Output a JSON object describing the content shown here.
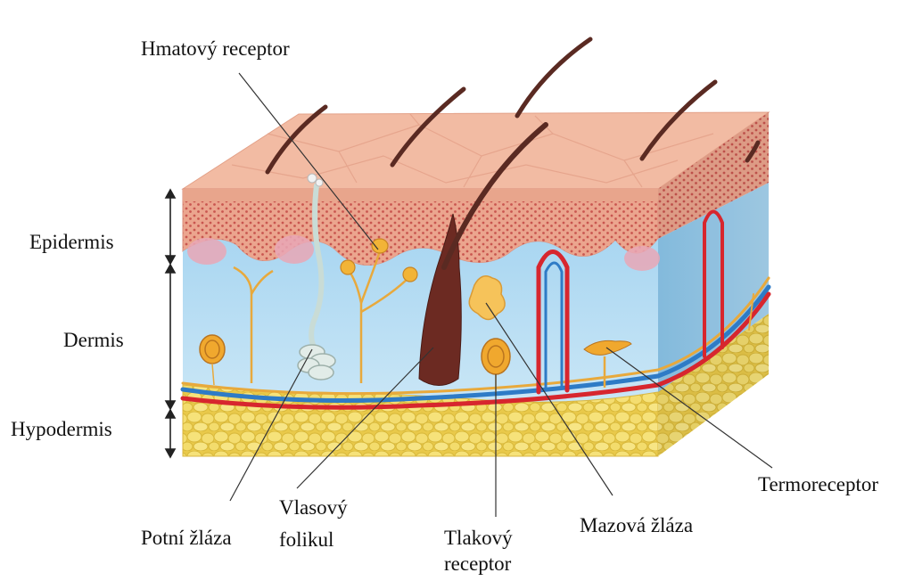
{
  "layers": {
    "epidermis": "Epidermis",
    "dermis": "Dermis",
    "hypodermis": "Hypodermis"
  },
  "structures": {
    "touch_receptor": "Hmatový receptor",
    "sweat_gland": "Potní žláza",
    "hair_follicle_line1": "Vlasový",
    "hair_follicle_line2": "folikul",
    "pressure_receptor_line1": "Tlakový",
    "pressure_receptor_line2": "receptor",
    "sebaceous_gland": "Mazová žláza",
    "thermoreceptor": "Termoreceptor"
  },
  "colors": {
    "skin_top": "#F2B8A0",
    "epidermis": "#E9A891",
    "dermis": "#B9DDF2",
    "hypodermis": "#F3DE6E",
    "hair": "#5A2A22",
    "artery": "#D7262E",
    "vein": "#2E7BC6",
    "nerve": "#E8A93C"
  }
}
